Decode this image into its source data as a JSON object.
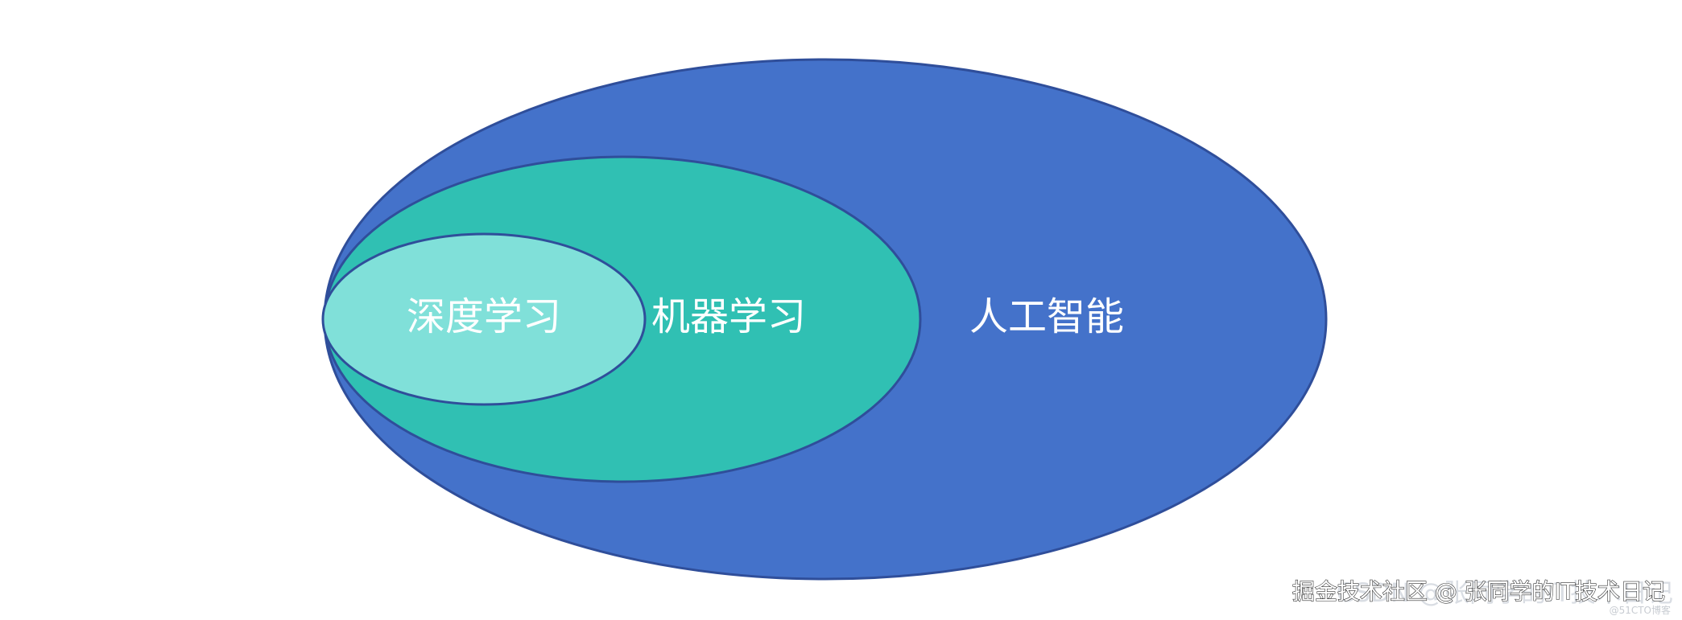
{
  "diagram": {
    "type": "nested-ellipses",
    "ellipses": [
      {
        "id": "ai",
        "label": "人工智能",
        "fill": "#4472CA",
        "stroke": "#2F4E9A"
      },
      {
        "id": "ml",
        "label": "机器学习",
        "fill": "#30C0B3",
        "stroke": "#2F4E9A"
      },
      {
        "id": "dl",
        "label": "深度学习",
        "fill": "#80E0D9",
        "stroke": "#2F4E9A"
      }
    ]
  },
  "watermarks": {
    "csdn": "CSDN @张同学的IT技术日记",
    "juejin": "掘金技术社区 @ 张同学的IT技术日记",
    "blog": "@51CTO博客"
  }
}
